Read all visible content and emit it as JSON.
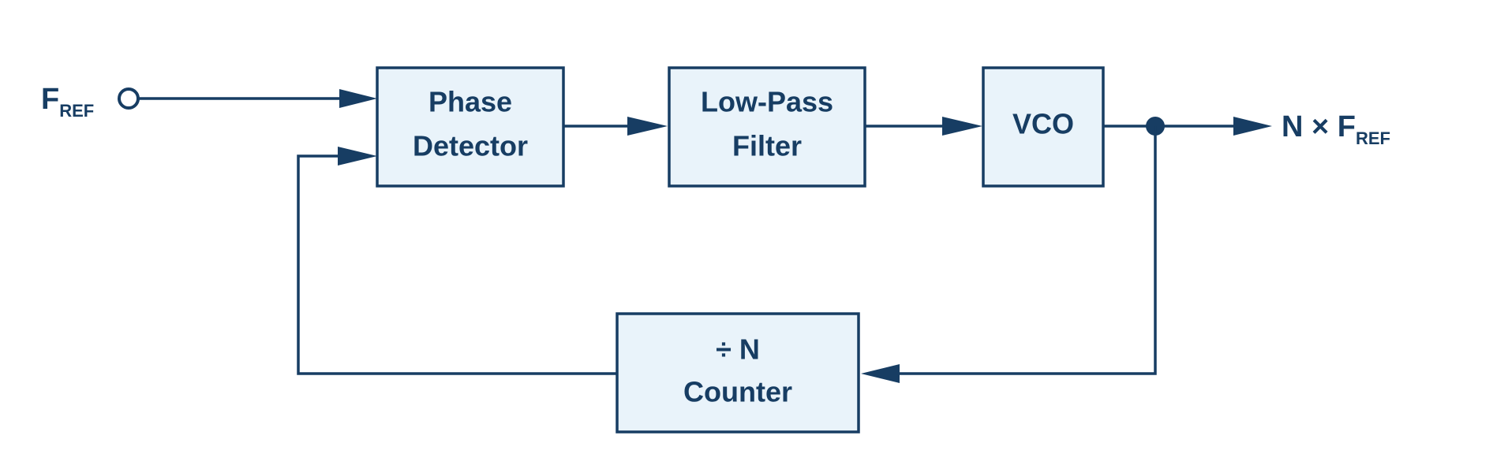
{
  "diagram": {
    "input_label": {
      "main": "F",
      "sub": "REF"
    },
    "output_label": {
      "main": "N × F",
      "sub": "REF"
    },
    "blocks": {
      "phase_detector": {
        "line1": "Phase",
        "line2": "Detector"
      },
      "low_pass_filter": {
        "line1": "Low-Pass",
        "line2": "Filter"
      },
      "vco": {
        "line1": "VCO"
      },
      "divider": {
        "line1": "÷ N",
        "line2": "Counter"
      }
    }
  },
  "colors": {
    "stroke": "#173d63",
    "block_fill": "#e9f3fa",
    "background": "#ffffff"
  }
}
